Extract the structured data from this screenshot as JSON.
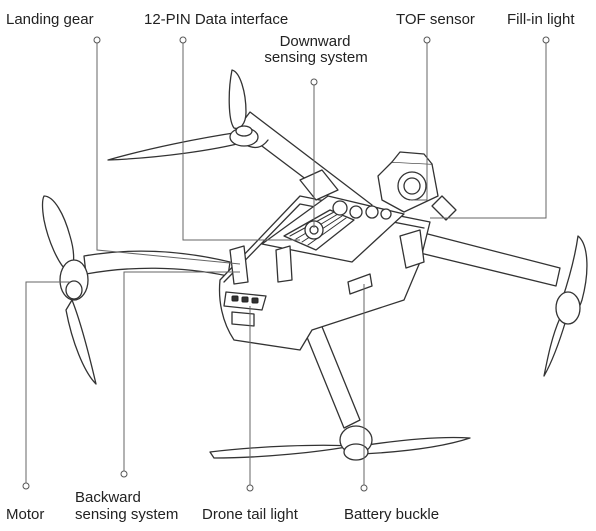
{
  "labels": {
    "landing_gear": "Landing gear",
    "data_interface": "12-PIN Data interface",
    "downward_sensing_line1": "Downward",
    "downward_sensing_line2": "sensing system",
    "tof_sensor": "TOF sensor",
    "fill_in_light": "Fill-in light",
    "motor": "Motor",
    "backward_sensing_line1": "Backward",
    "backward_sensing_line2": "sensing system",
    "drone_tail_light": "Drone tail light",
    "battery_buckle": "Battery buckle"
  },
  "colors": {
    "line": "#666666",
    "text": "#222222",
    "stroke": "#333333"
  }
}
